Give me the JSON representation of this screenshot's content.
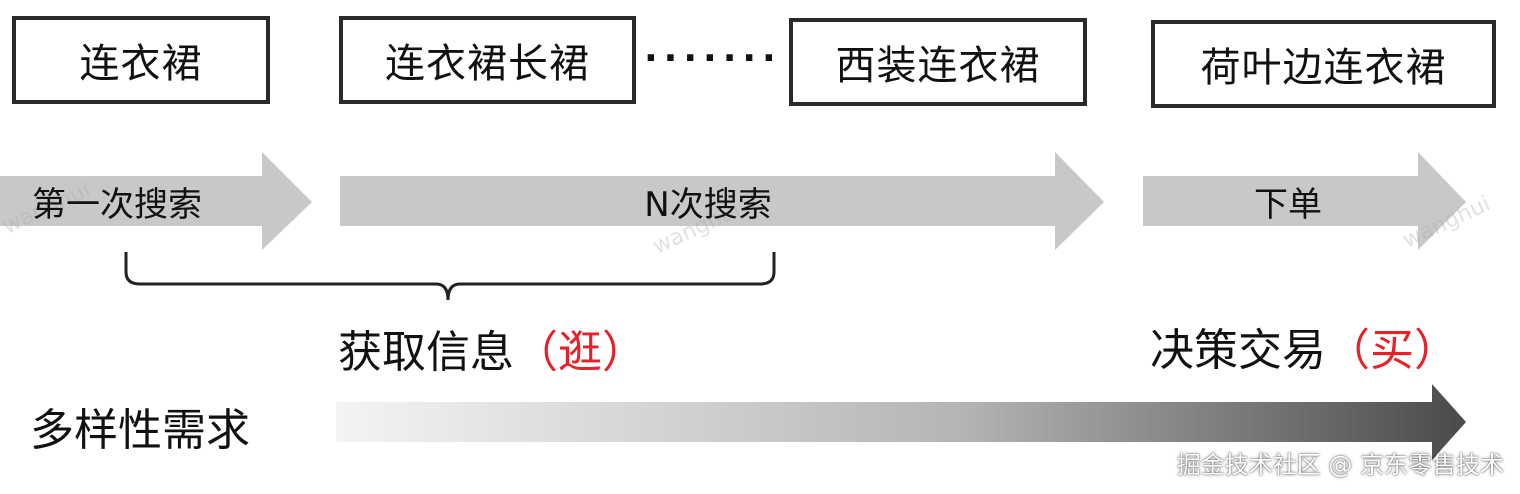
{
  "search_terms": {
    "first": "连衣裙",
    "second": "连衣裙长裙",
    "ellipsis": "·······",
    "third": "西装连衣裙",
    "fourth": "荷叶边连衣裙"
  },
  "stages": {
    "first_search": "第一次搜索",
    "n_search": "N次搜索",
    "order": "下单"
  },
  "phases": {
    "browse_main": "获取信息",
    "browse_paren": "（逛）",
    "buy_main": "决策交易",
    "buy_paren": "（买）"
  },
  "diverse_needs": "多样性需求",
  "credit": "掘金技术社区 @ 京东零售技术",
  "watermarks": [
    "wanghui",
    "wanghui",
    "wanghui"
  ],
  "colors": {
    "arrow_gray": "#c8c8c8",
    "box_border": "#2a2a2a",
    "accent_red": "#e8202a",
    "gradient_start": "#f2f2f2",
    "gradient_end": "#555555"
  }
}
